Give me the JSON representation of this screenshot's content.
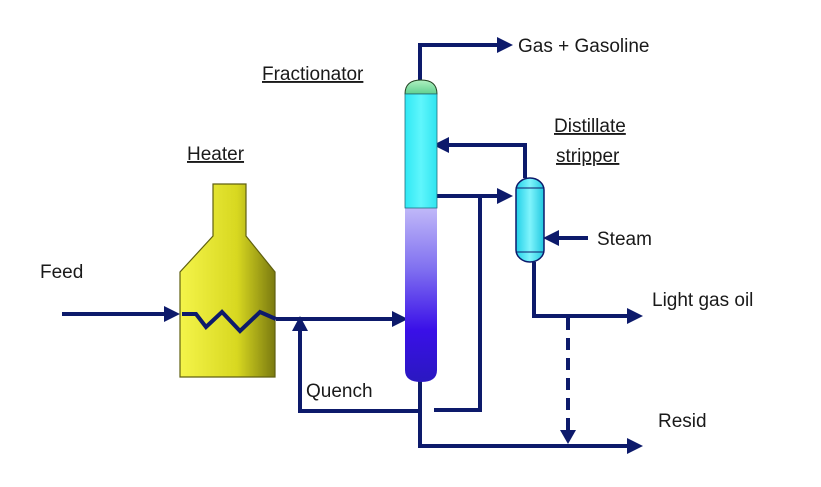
{
  "labels": {
    "feed": "Feed",
    "heater": "Heater",
    "fractionator": "Fractionator",
    "gas_gasoline": "Gas + Gasoline",
    "distillate_line1": "Distillate",
    "distillate_line2": "stripper",
    "steam": "Steam",
    "light_gas_oil": "Light gas oil",
    "quench": "Quench",
    "resid": "Resid"
  },
  "colors": {
    "pipe": "#0d1a6b",
    "heater_fill": "#e8e822",
    "fractionator_top": "#40f0f8",
    "fractionator_bottom": "#2a10e0",
    "cap": "#80e0a0",
    "stripper": "#40e8f8"
  }
}
